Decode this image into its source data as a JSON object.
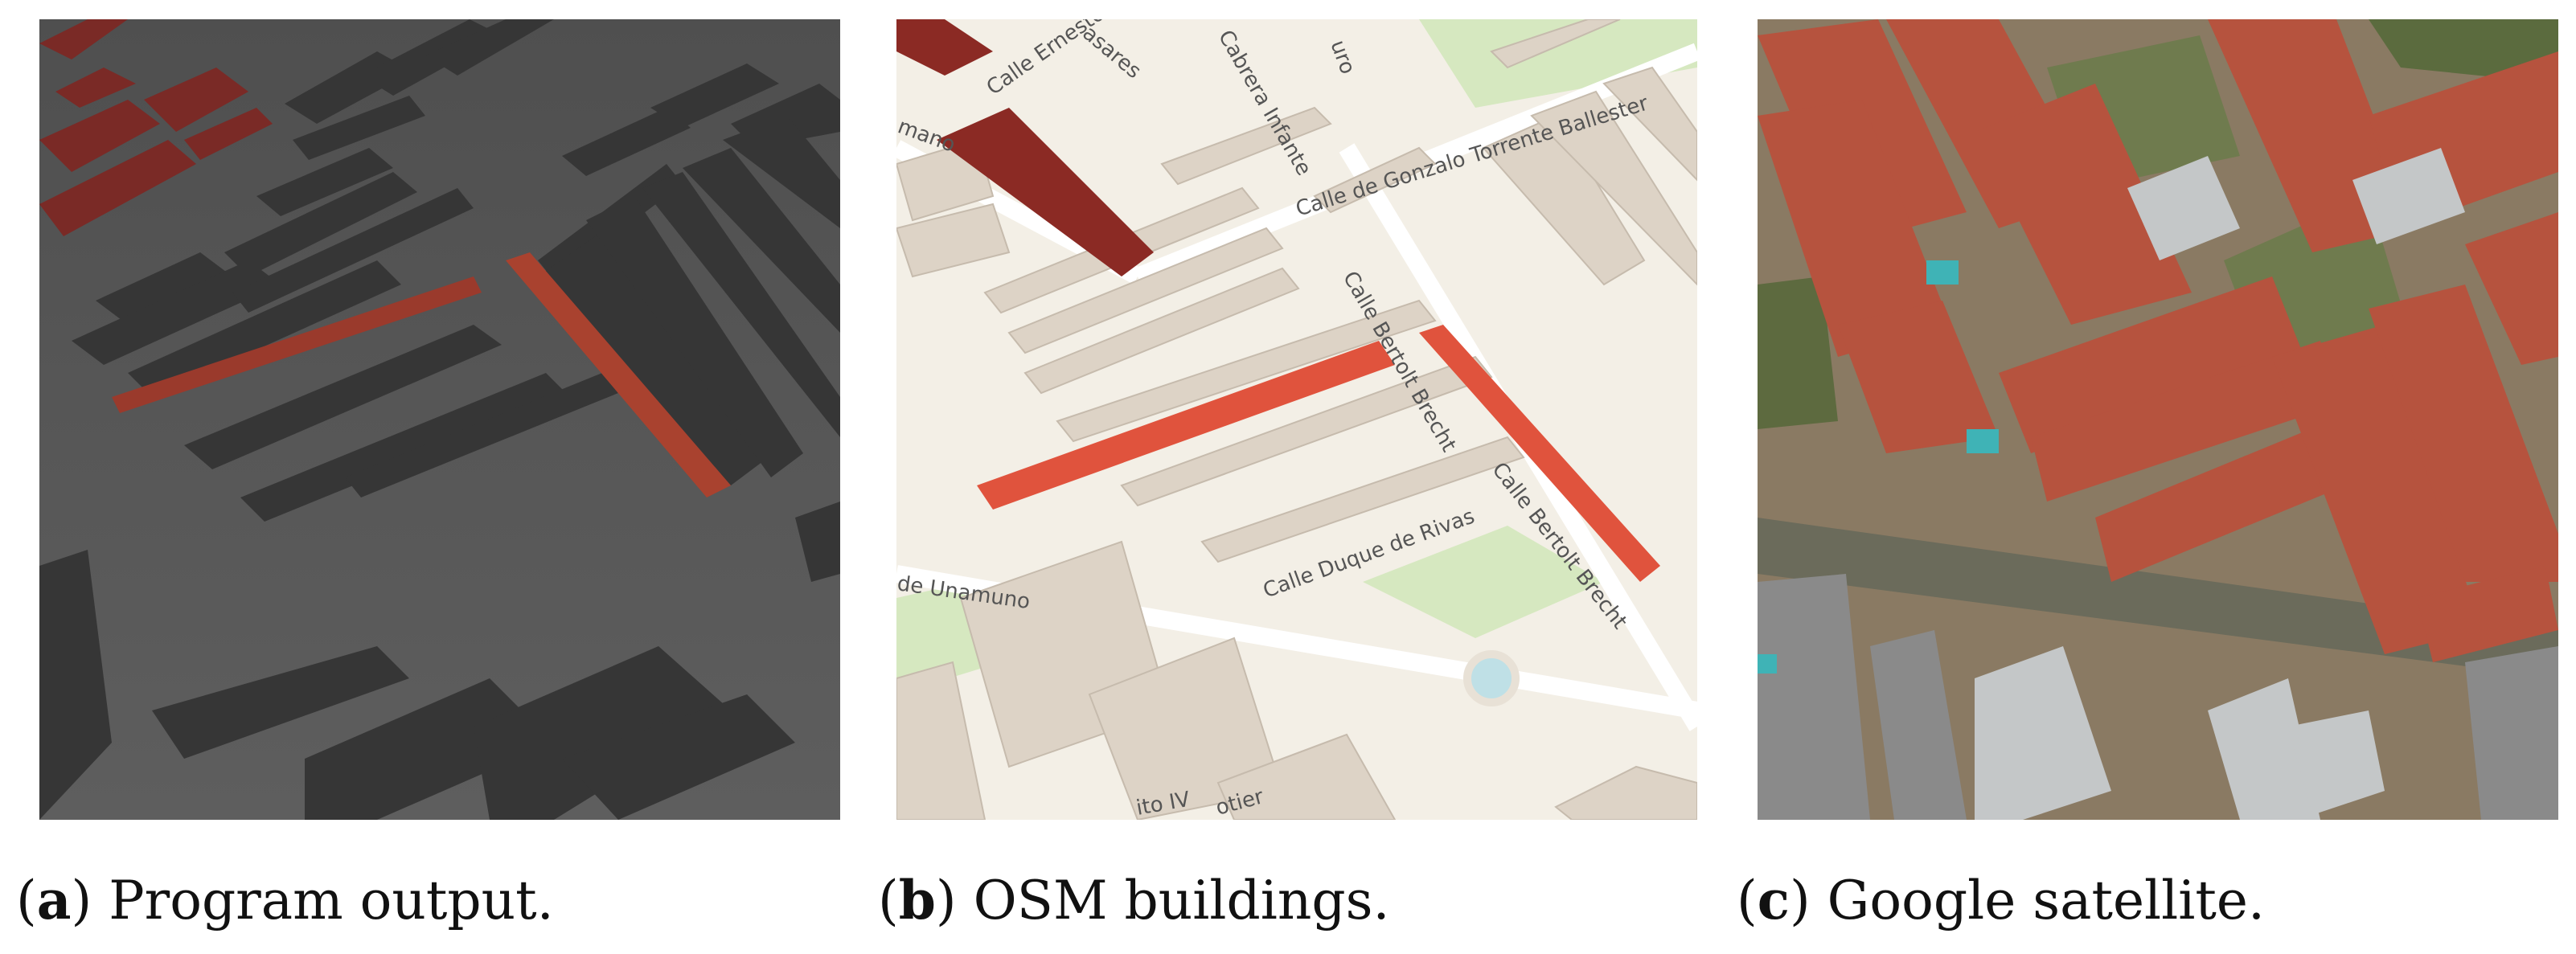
{
  "captions": {
    "a": {
      "open": "(",
      "letter": "a",
      "text": ") Program output."
    },
    "b": {
      "open": "(",
      "letter": "b",
      "text": ") OSM buildings."
    },
    "c": {
      "open": "(",
      "letter": "c",
      "text": ") Google satellite."
    }
  },
  "street_labels": {
    "gonzalo": "Calle de Gonzalo Torrente Ballester",
    "bertolt1": "Calle Bertolt Brecht",
    "bertolt2": "Calle Bertolt Brecht",
    "duque": "Calle Duque de Rivas",
    "unamuno": "de Unamuno",
    "ernesto": "Calle Ernesto Sábato",
    "cabrera": "Cabrera Infante",
    "casares": "asares",
    "uro": "uro",
    "mano": "mano",
    "otier": "otier",
    "ito": "ito IV"
  },
  "colors": {
    "program_ground": "#565656",
    "program_building": "#3a3a3a",
    "highlight_dark": "#7a2a26",
    "highlight_light": "#a9422f",
    "osm_bg": "#f3efe6",
    "osm_building": "#ddd3c6",
    "osm_highlight": "#e0533d",
    "osm_park": "#d6e8c0",
    "satellite_roof": "#b6533e",
    "satellite_green": "#6f7b4e"
  }
}
